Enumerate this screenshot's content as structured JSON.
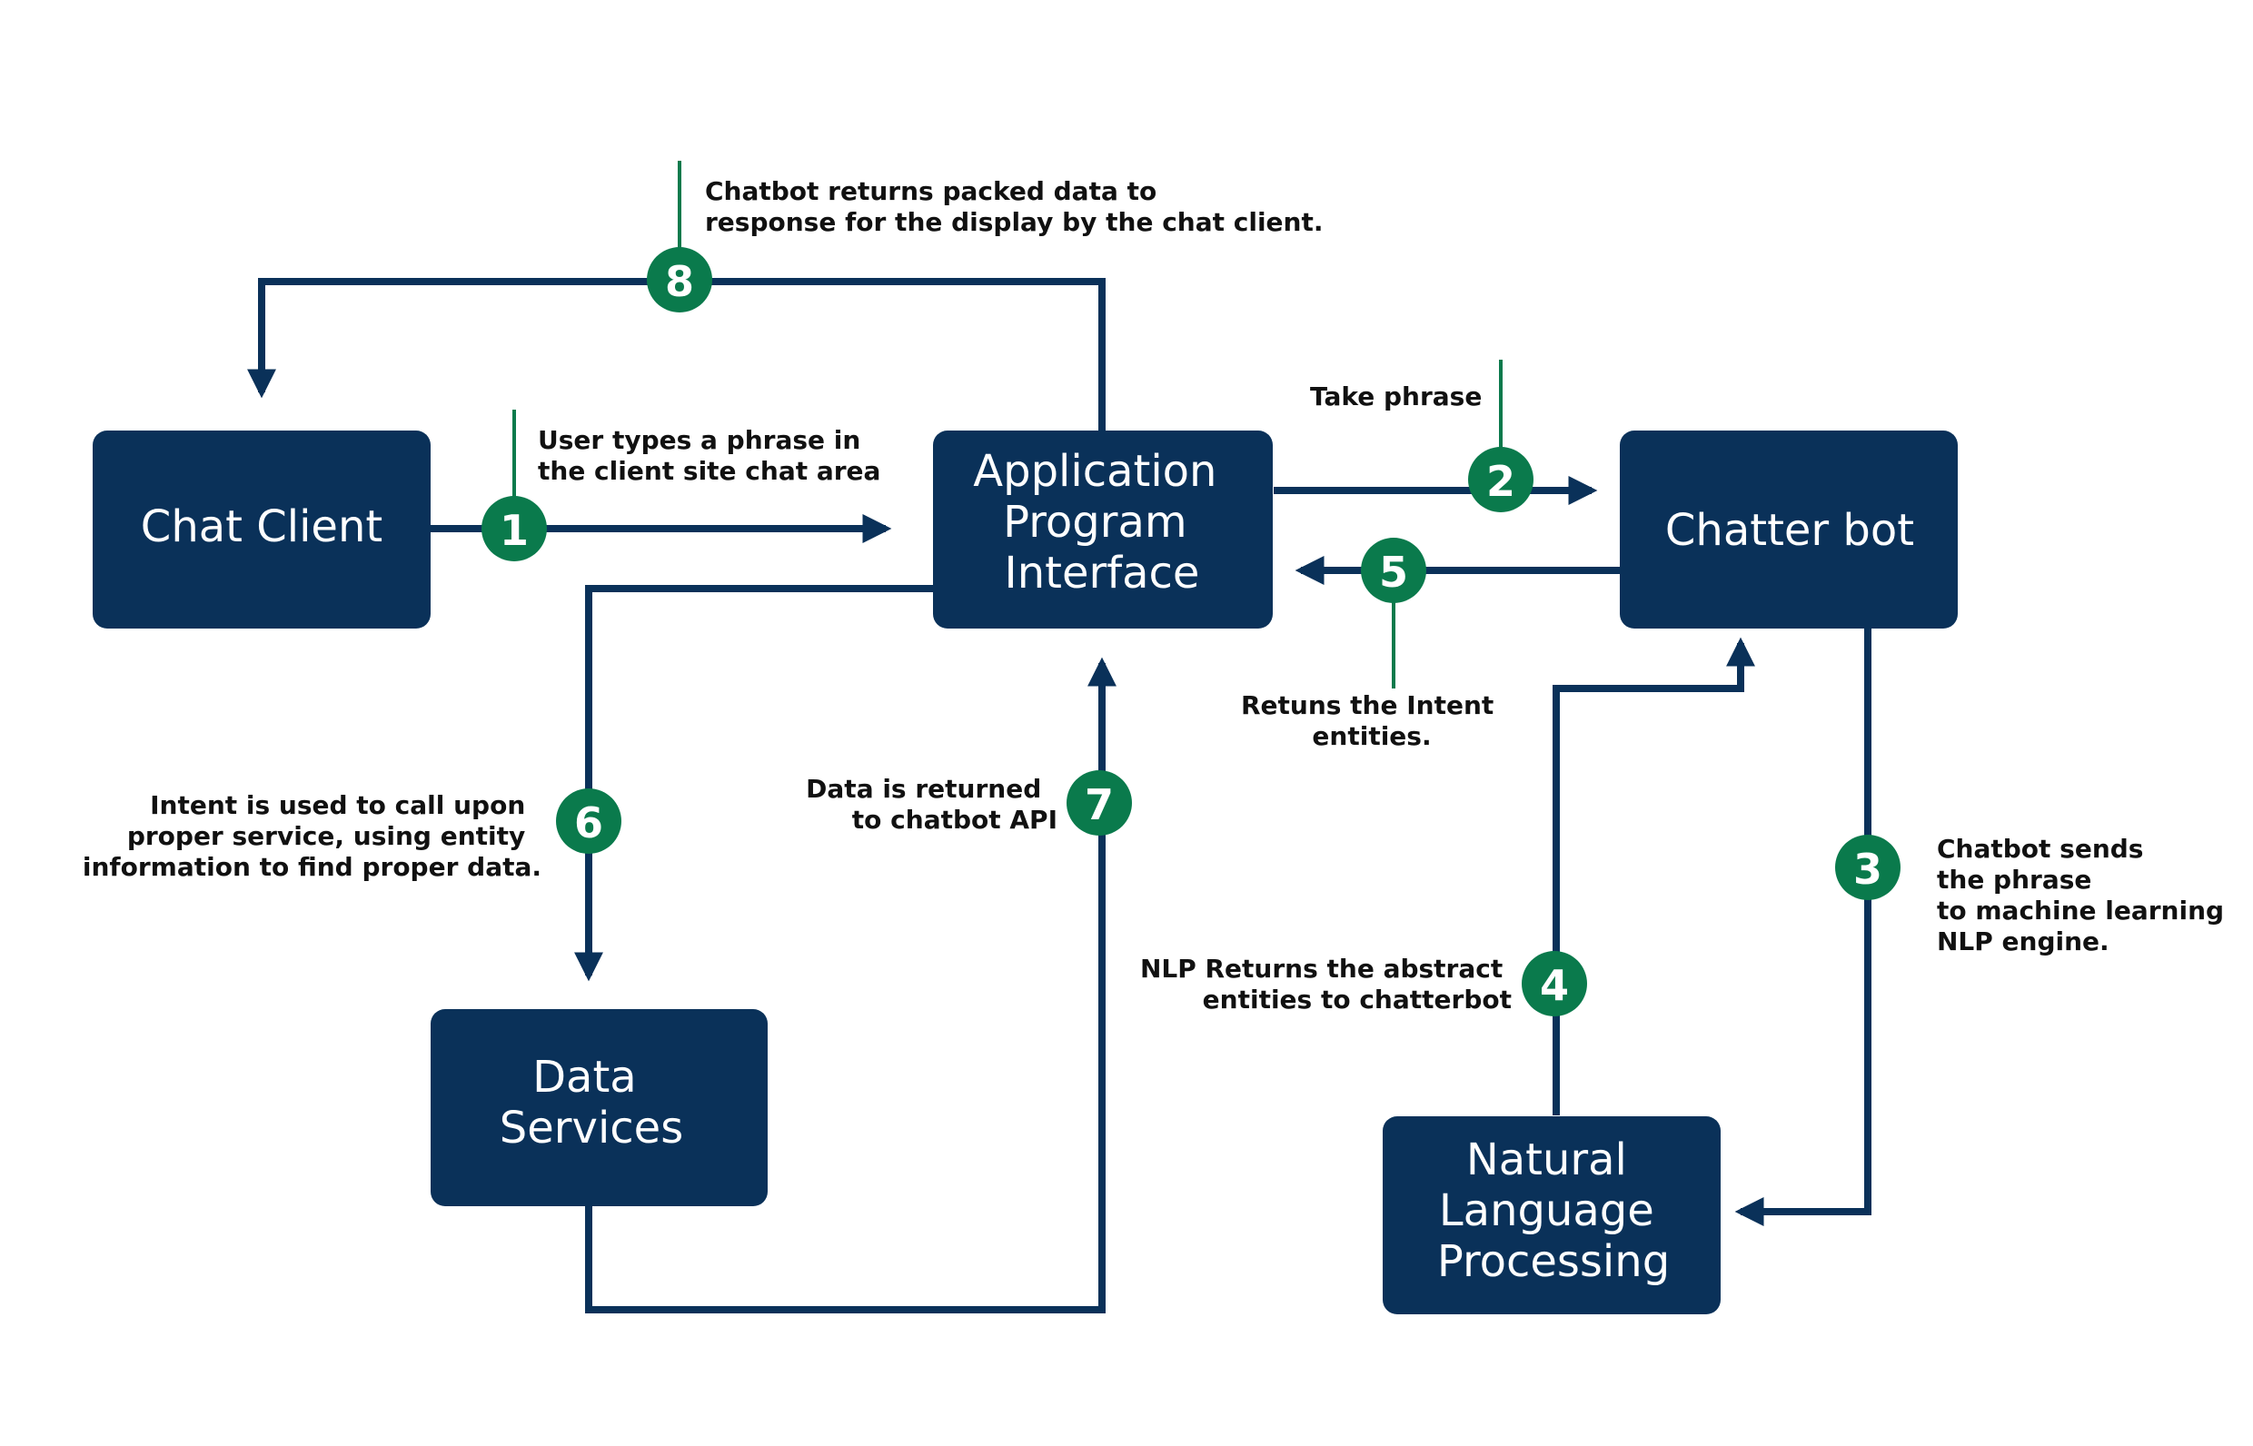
{
  "colors": {
    "navy": "#0a3159",
    "green": "#0a7a4c",
    "text": "#111111",
    "background": "#ffffff"
  },
  "boxes": {
    "chat_client": [
      "Chat Client"
    ],
    "api": [
      "Application",
      "Program",
      "Interface"
    ],
    "chatter_bot": [
      "Chatter bot"
    ],
    "data_services": [
      "Data",
      "Services"
    ],
    "nlp": [
      "Natural",
      "Language",
      "Processing"
    ]
  },
  "steps": [
    {
      "number": "1",
      "lines": [
        "User types a phrase in",
        "the client site chat area"
      ]
    },
    {
      "number": "2",
      "lines": [
        "Take phrase"
      ]
    },
    {
      "number": "3",
      "lines": [
        "Chatbot sends",
        "the phrase",
        "to machine learning",
        "NLP engine."
      ]
    },
    {
      "number": "4",
      "lines": [
        "NLP Returns the abstract",
        "entities to chatterbot"
      ]
    },
    {
      "number": "5",
      "lines": [
        "Retuns the Intent",
        "entities."
      ]
    },
    {
      "number": "6",
      "lines": [
        "Intent is used to call upon",
        "proper service, using entity",
        "information to find proper data."
      ]
    },
    {
      "number": "7",
      "lines": [
        "Data is returned",
        "to chatbot API"
      ]
    },
    {
      "number": "8",
      "lines": [
        "Chatbot returns packed data to",
        "response for the display by the chat client."
      ]
    }
  ]
}
